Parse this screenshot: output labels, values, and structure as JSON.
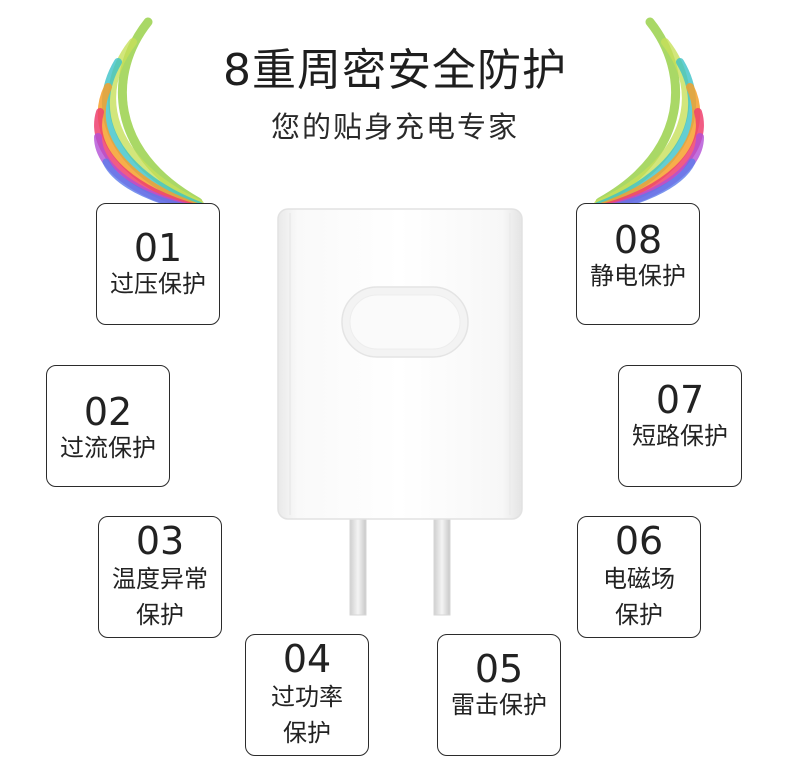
{
  "header": {
    "title": "8重周密安全防护",
    "subtitle": "您的贴身充电专家"
  },
  "features": [
    {
      "num": "01",
      "label": "过压保护"
    },
    {
      "num": "02",
      "label": "过流保护"
    },
    {
      "num": "03",
      "label": "温度异常\n保护"
    },
    {
      "num": "04",
      "label": "过功率\n保护"
    },
    {
      "num": "05",
      "label": "雷击保护"
    },
    {
      "num": "06",
      "label": "电磁场\n保护"
    },
    {
      "num": "07",
      "label": "短路保护"
    },
    {
      "num": "08",
      "label": "静电保护"
    }
  ],
  "product": {
    "icon": "usb-charger-icon"
  },
  "decorations": {
    "left_icon": "rainbow-wing-left-icon",
    "right_icon": "rainbow-wing-right-icon"
  }
}
